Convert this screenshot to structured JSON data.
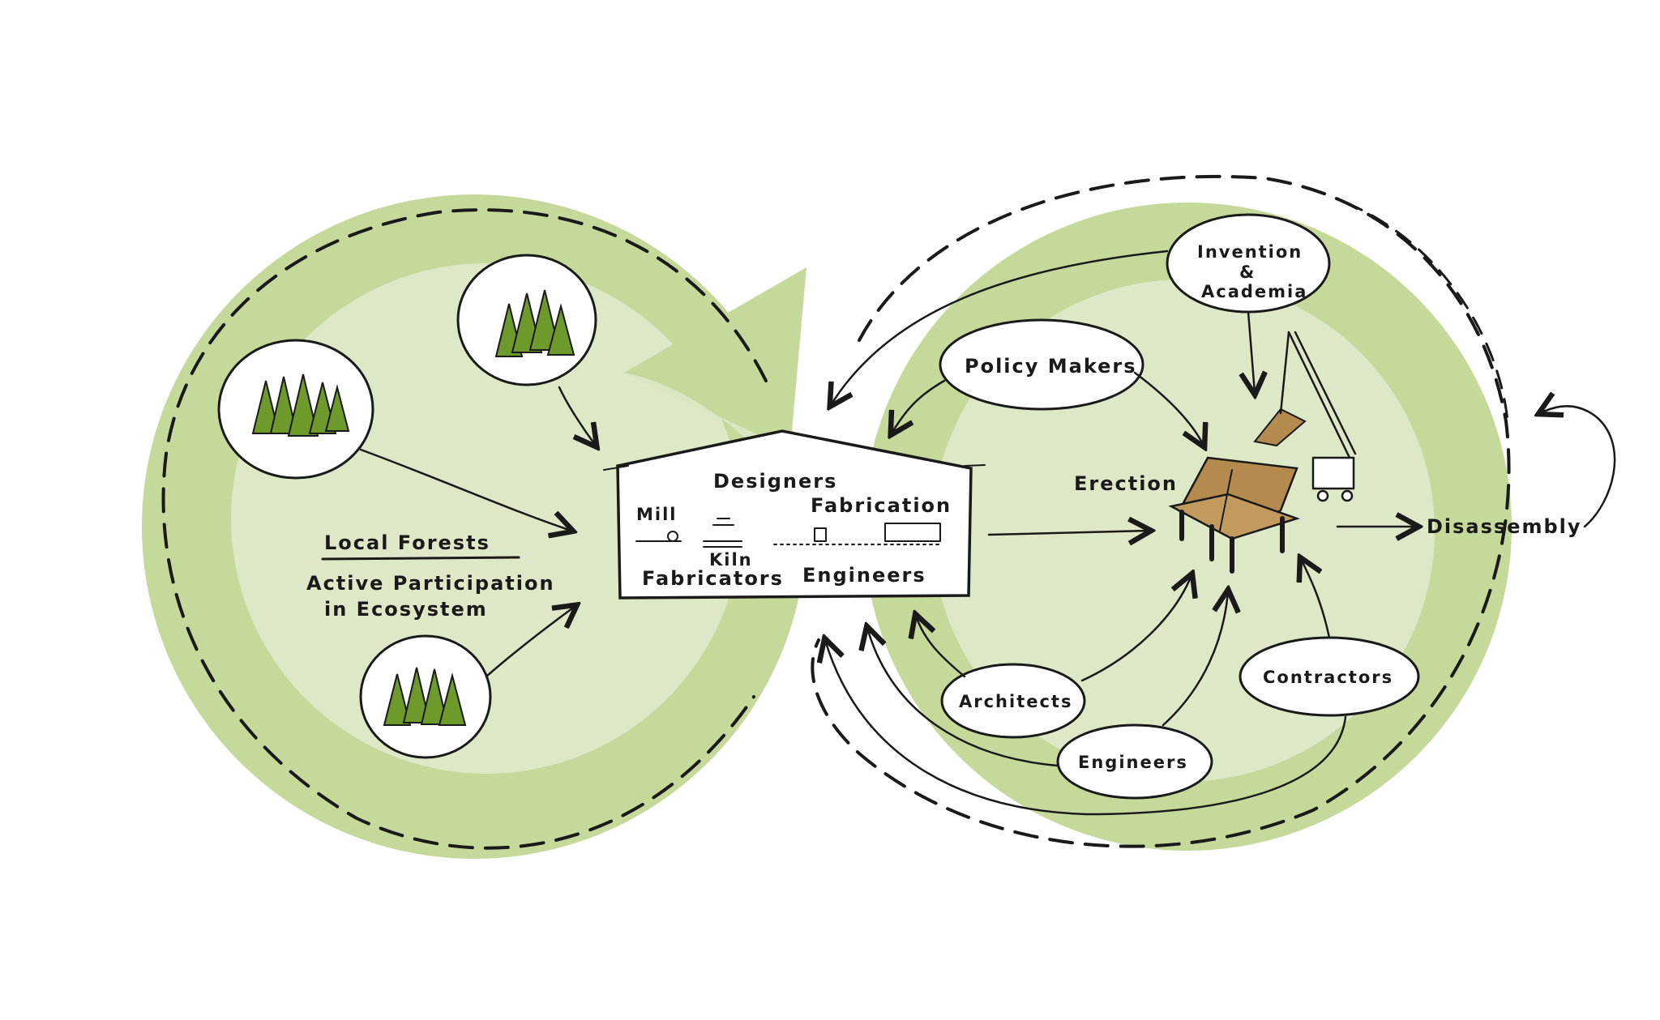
{
  "left_cycle": {
    "title": "Local Forests",
    "subtitle_line1": "Active Participation",
    "subtitle_line2": "in Ecosystem",
    "forest_icon": "tree-cluster-icon"
  },
  "facility": {
    "label_designers": "Designers",
    "label_fabrication": "Fabrication",
    "label_mill": "Mill",
    "label_kiln": "Kiln",
    "label_fabricators": "Fabricators",
    "label_engineers": "Engineers"
  },
  "right_cycle": {
    "label_erection": "Erection",
    "label_disassembly": "Disassembly",
    "bubbles": {
      "invention_line1": "Invention",
      "invention_amp": "&",
      "invention_line2": "Academia",
      "policy": "Policy Makers",
      "architects": "Architects",
      "engineers": "Engineers",
      "contractors": "Contractors"
    }
  },
  "colors": {
    "outer_ring": "#c5d99a",
    "inner_disc": "#dde8c6",
    "timber": "#b48a4e",
    "tree": "#6e9a2c",
    "ink": "#1a1a1a"
  }
}
